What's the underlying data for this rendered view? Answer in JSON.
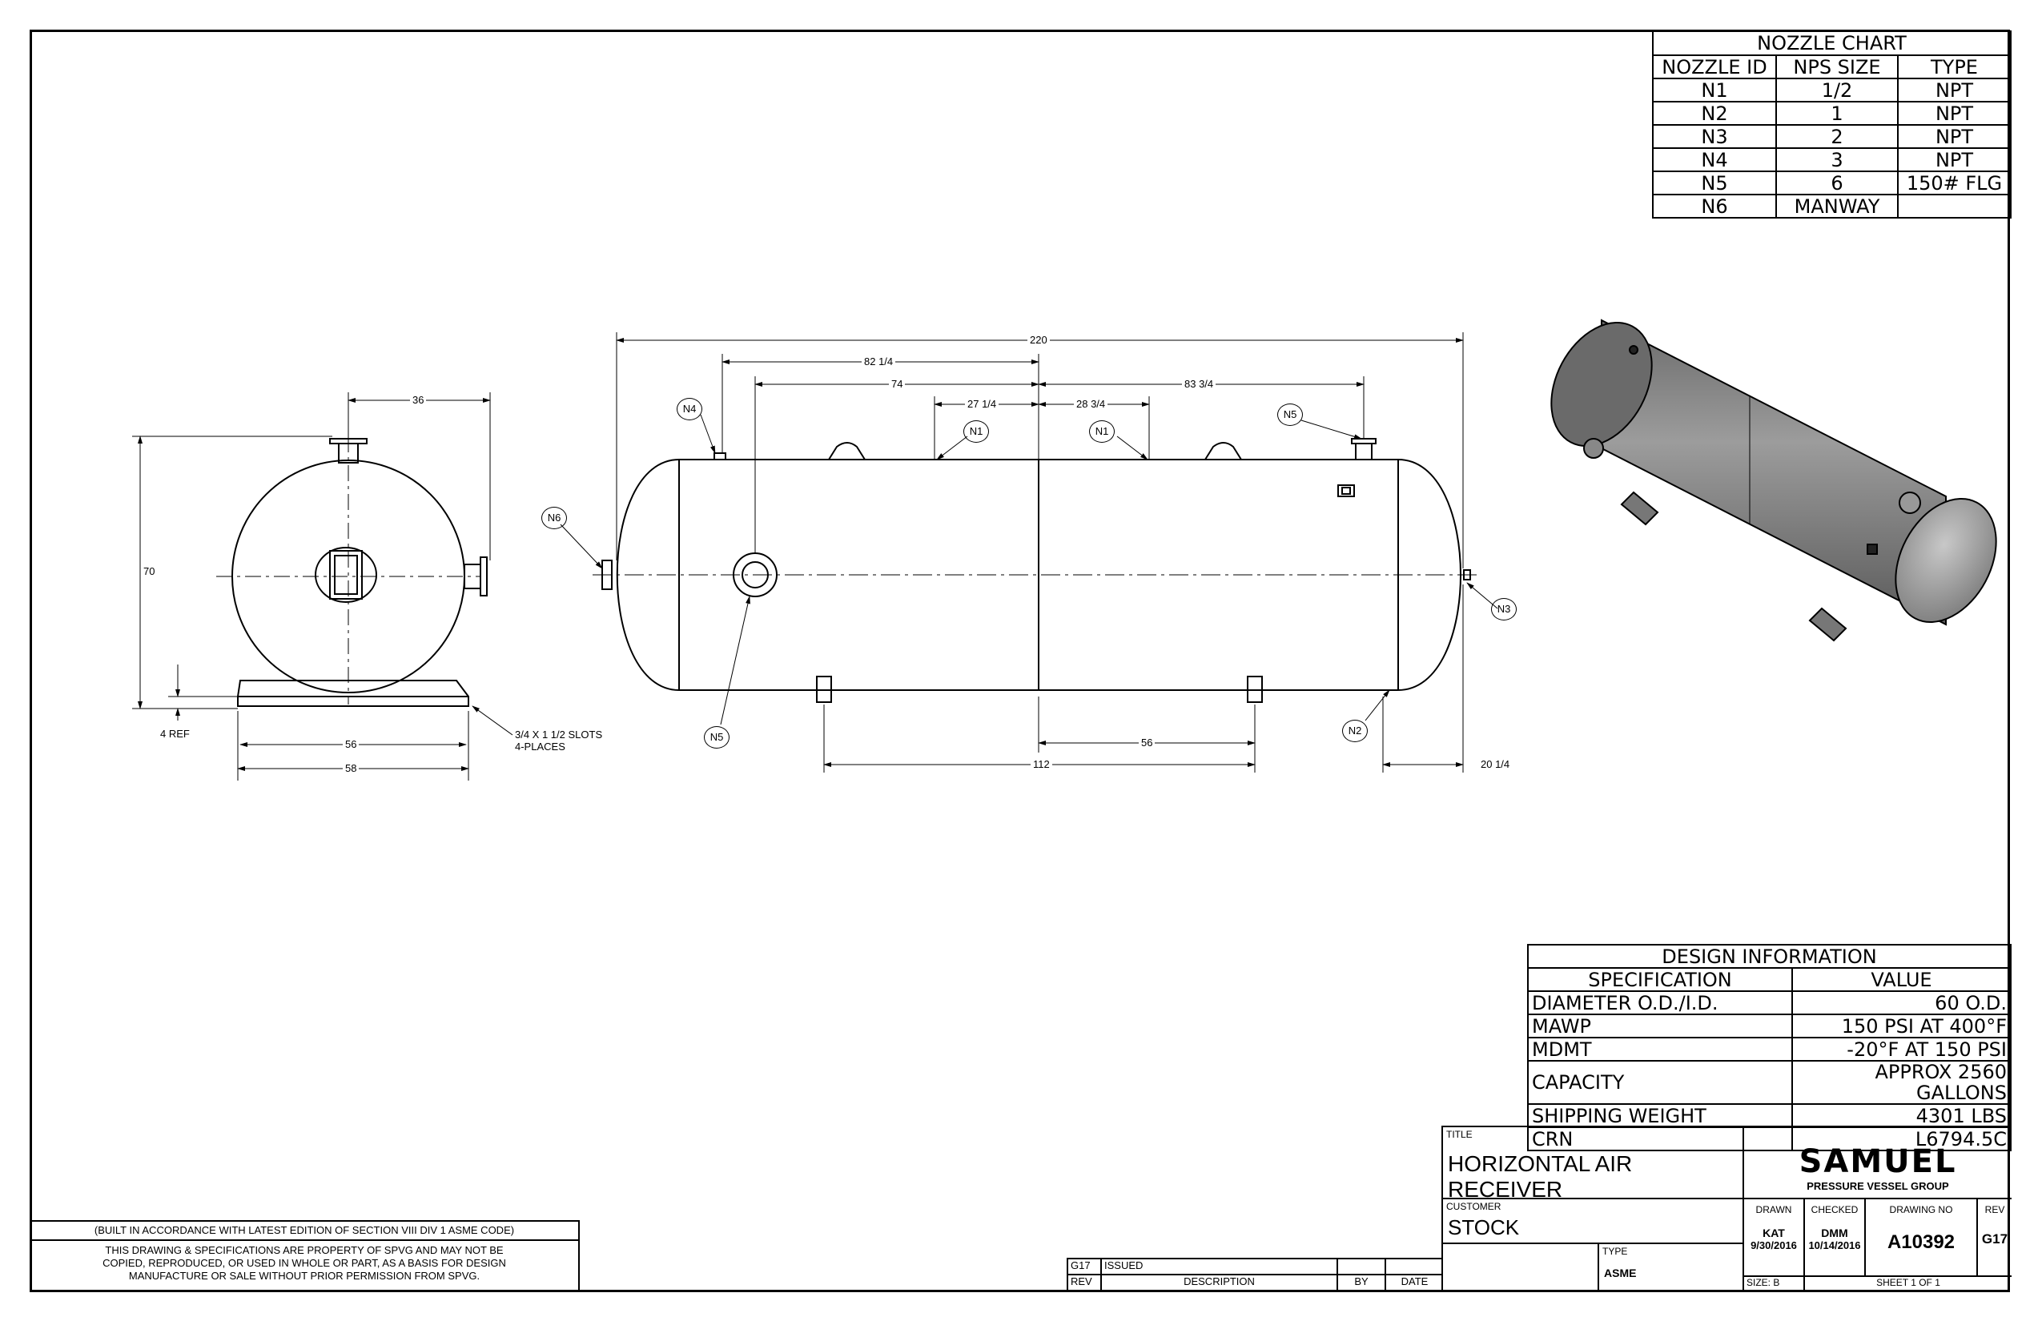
{
  "nozzle_chart": {
    "title": "NOZZLE CHART",
    "headers": [
      "NOZZLE ID",
      "NPS SIZE",
      "TYPE"
    ],
    "rows": [
      [
        "N1",
        "1/2",
        "NPT"
      ],
      [
        "N2",
        "1",
        "NPT"
      ],
      [
        "N3",
        "2",
        "NPT"
      ],
      [
        "N4",
        "3",
        "NPT"
      ],
      [
        "N5",
        "6",
        "150# FLG"
      ],
      [
        "N6",
        "MANWAY",
        ""
      ]
    ]
  },
  "design_info": {
    "title": "DESIGN INFORMATION",
    "headers": [
      "SPECIFICATION",
      "VALUE"
    ],
    "rows": [
      [
        "DIAMETER O.D./I.D.",
        "60 O.D."
      ],
      [
        "MAWP",
        "150 PSI AT 400°F"
      ],
      [
        "MDMT",
        "-20°F AT 150 PSI"
      ],
      [
        "CAPACITY",
        "APPROX 2560 GALLONS"
      ],
      [
        "SHIPPING WEIGHT",
        "4301 LBS"
      ],
      [
        "CRN",
        "L6794.5C"
      ]
    ]
  },
  "title_block": {
    "title_label": "TITLE",
    "title": "HORIZONTAL AIR RECEIVER",
    "customer_label": "CUSTOMER",
    "customer": "STOCK",
    "type_label": "TYPE",
    "type": "ASME",
    "drawn_label": "DRAWN",
    "drawn_by": "KAT",
    "drawn_date": "9/30/2016",
    "checked_label": "CHECKED",
    "checked_by": "DMM",
    "checked_date": "10/14/2016",
    "drawing_no_label": "DRAWING NO",
    "drawing_no": "A10392",
    "rev_label": "REV",
    "rev": "G17",
    "size": "SIZE: B",
    "sheet": "SHEET 1  OF 1",
    "logo_name": "SAMUEL",
    "logo_sub": "PRESSURE VESSEL GROUP"
  },
  "revision_block": {
    "rev": "G17",
    "description": "ISSUED",
    "by": "",
    "date": "",
    "headers": [
      "REV",
      "DESCRIPTION",
      "BY",
      "DATE"
    ]
  },
  "notes": {
    "code_note": "(BUILT IN ACCORDANCE WITH LATEST EDITION OF SECTION VIII DIV 1 ASME CODE)",
    "property_note": [
      "THIS DRAWING & SPECIFICATIONS ARE PROPERTY OF SPVG AND MAY NOT BE",
      "COPIED, REPRODUCED, OR USED IN WHOLE OR PART, AS A BASIS FOR DESIGN",
      "MANUFACTURE OR SALE WITHOUT PRIOR PERMISSION FROM SPVG."
    ]
  },
  "dimensions": {
    "end_view": {
      "width_36": "36",
      "height_70": "70",
      "ref_4": "4 REF",
      "base_56": "56",
      "base_58": "58",
      "slots": [
        "3/4 X 1 1/2 SLOTS",
        "4-PLACES"
      ]
    },
    "side_view": {
      "overall": "220",
      "d_82_1_4": "82 1/4",
      "d_74": "74",
      "d_27_1_4": "27 1/4",
      "d_28_3_4": "28 3/4",
      "d_83_3_4": "83 3/4",
      "d_56": "56",
      "d_112": "112",
      "d_20_1_4": "20 1/4"
    }
  },
  "nozzle_callouts": [
    "N1",
    "N2",
    "N3",
    "N4",
    "N5",
    "N6"
  ],
  "colors": {
    "line": "#000000",
    "vessel_3d": "#8a8a8a"
  }
}
